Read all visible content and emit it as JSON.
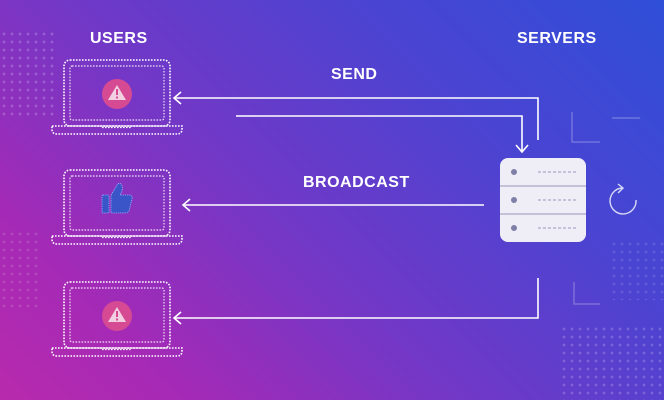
{
  "headings": {
    "users": "USERS",
    "servers": "SERVERS"
  },
  "arrows": {
    "send": "SEND",
    "broadcast": "BROADCAST"
  },
  "laptops": [
    {
      "screen_icon": "warning-icon"
    },
    {
      "screen_icon": "thumbs-up-icon"
    },
    {
      "screen_icon": "warning-icon"
    }
  ],
  "colors": {
    "gradient_start": "#2f4fd8",
    "gradient_end": "#b82aad",
    "line": "#ffffff",
    "warning_badge": "#d54a93",
    "server_body": "#efeef6",
    "thumbs_up": "#3a55c8"
  }
}
